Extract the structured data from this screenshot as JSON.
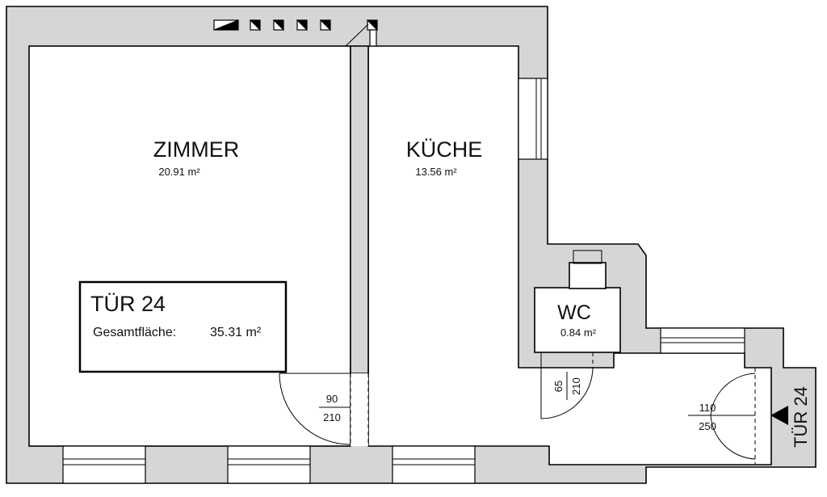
{
  "rooms": {
    "zimmer": {
      "name": "ZIMMER",
      "area": "20.91 m²"
    },
    "kueche": {
      "name": "KÜCHE",
      "area": "13.56 m²"
    },
    "wc": {
      "name": "WC",
      "area": "0.84 m²"
    }
  },
  "unit_box": {
    "title": "TÜR 24",
    "total_label": "Gesamtfläche:",
    "total_value": "35.31 m²"
  },
  "doors": {
    "zimmer_door": {
      "width": "90",
      "height": "210"
    },
    "wc_door": {
      "width": "65",
      "height": "210"
    },
    "entrance_door": {
      "width": "110",
      "height": "250"
    }
  },
  "entrance_label": "TÜR 24"
}
